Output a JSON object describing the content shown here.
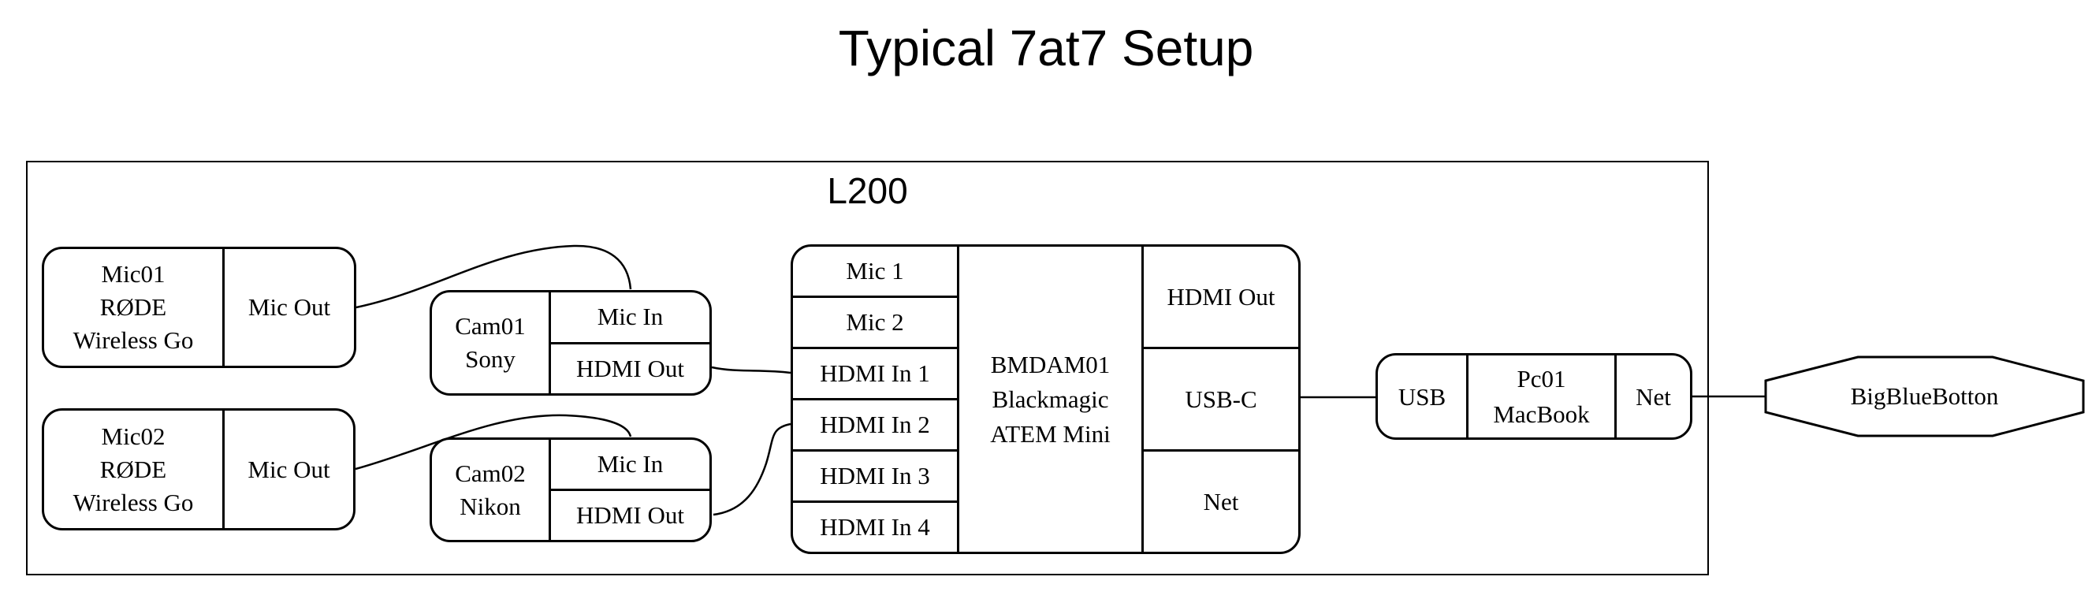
{
  "title": "Typical 7at7 Setup",
  "cluster": {
    "label": "L200"
  },
  "nodes": {
    "mic01": {
      "lines": [
        "Mic01",
        "RØDE",
        "Wireless Go"
      ],
      "port": "Mic Out"
    },
    "mic02": {
      "lines": [
        "Mic02",
        "RØDE",
        "Wireless Go"
      ],
      "port": "Mic Out"
    },
    "cam01": {
      "lines": [
        "Cam01",
        "Sony"
      ],
      "ports": [
        "Mic In",
        "HDMI Out"
      ]
    },
    "cam02": {
      "lines": [
        "Cam02",
        "Nikon"
      ],
      "ports": [
        "Mic In",
        "HDMI Out"
      ]
    },
    "atem": {
      "inputs": [
        "Mic 1",
        "Mic 2",
        "HDMI In 1",
        "HDMI In 2",
        "HDMI In 3",
        "HDMI In 4"
      ],
      "lines": [
        "BMDAM01",
        "Blackmagic",
        "ATEM Mini"
      ],
      "outputs": [
        "HDMI Out",
        "USB-C",
        "Net"
      ]
    },
    "pc01": {
      "left_port": "USB",
      "lines": [
        "Pc01",
        "MacBook"
      ],
      "right_port": "Net"
    },
    "bigbluebotton": {
      "label": "BigBlueBotton"
    }
  },
  "edges": [
    {
      "from": "Mic01:Mic Out",
      "to": "Cam01:Mic In"
    },
    {
      "from": "Mic02:Mic Out",
      "to": "Cam02:Mic In"
    },
    {
      "from": "Cam01:HDMI Out",
      "to": "BMDAM01:HDMI In 1"
    },
    {
      "from": "Cam02:HDMI Out",
      "to": "BMDAM01:HDMI In 2"
    },
    {
      "from": "BMDAM01:USB-C",
      "to": "Pc01:USB"
    },
    {
      "from": "Pc01:Net",
      "to": "BigBlueBotton"
    }
  ],
  "colors": {
    "stroke": "#000000",
    "background": "#ffffff",
    "text": "#000000"
  }
}
